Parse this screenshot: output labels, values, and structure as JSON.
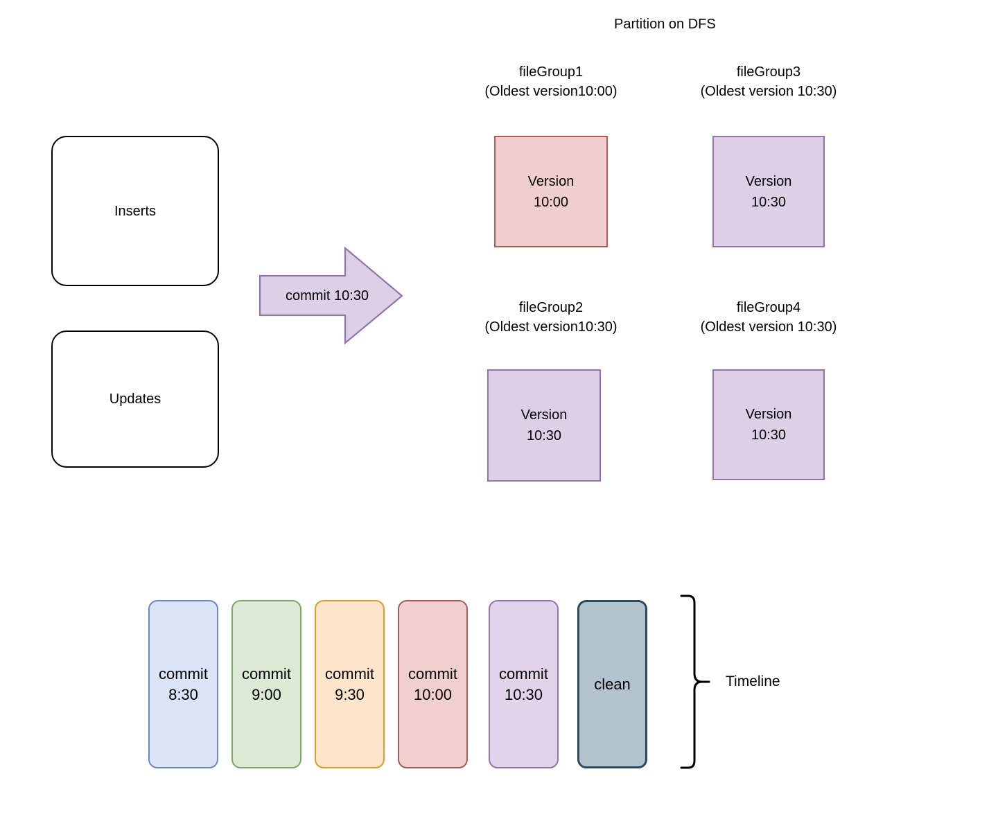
{
  "diagram": {
    "title": "Partition on DFS",
    "source_boxes": [
      {
        "label": "Inserts"
      },
      {
        "label": "Updates"
      }
    ],
    "arrow": {
      "label": "commit 10:30"
    },
    "file_groups": [
      {
        "name": "fileGroup1",
        "subtitle": "(Oldest version10:00)",
        "version_line1": "Version",
        "version_line2": "10:00",
        "fill": "#f0cecd",
        "stroke": "#b05a52"
      },
      {
        "name": "fileGroup3",
        "subtitle": "(Oldest version 10:30)",
        "version_line1": "Version",
        "version_line2": "10:30",
        "fill": "#ddcfe6",
        "stroke": "#9373a8"
      },
      {
        "name": "fileGroup2",
        "subtitle": "(Oldest version10:30)",
        "version_line1": "Version",
        "version_line2": "10:30",
        "fill": "#ddcfe6",
        "stroke": "#9373a8"
      },
      {
        "name": "fileGroup4",
        "subtitle": "(Oldest version 10:30)",
        "version_line1": "Version",
        "version_line2": "10:30",
        "fill": "#ddcfe6",
        "stroke": "#9373a8"
      }
    ],
    "timeline": {
      "label": "Timeline",
      "pills": [
        {
          "line1": "commit",
          "line2": "8:30",
          "fill": "#dbe4f6",
          "stroke": "#6b88c0"
        },
        {
          "line1": "commit",
          "line2": "9:00",
          "fill": "#dbe9d5",
          "stroke": "#7aa866"
        },
        {
          "line1": "commit",
          "line2": "9:30",
          "fill": "#fce5ca",
          "stroke": "#d6a029"
        },
        {
          "line1": "commit",
          "line2": "10:00",
          "fill": "#f2cfcf",
          "stroke": "#a75a57"
        },
        {
          "line1": "commit",
          "line2": "10:30",
          "fill": "#e2d3ea",
          "stroke": "#9373a8"
        },
        {
          "line1": "clean",
          "line2": "",
          "fill": "#b3c3cd",
          "stroke": "#2c4a5e"
        }
      ]
    },
    "colors": {
      "arrow_fill": "#ddcfe6",
      "arrow_stroke": "#9373a8",
      "box_stroke": "#000000",
      "brace_stroke": "#000000",
      "background": "#ffffff"
    }
  }
}
